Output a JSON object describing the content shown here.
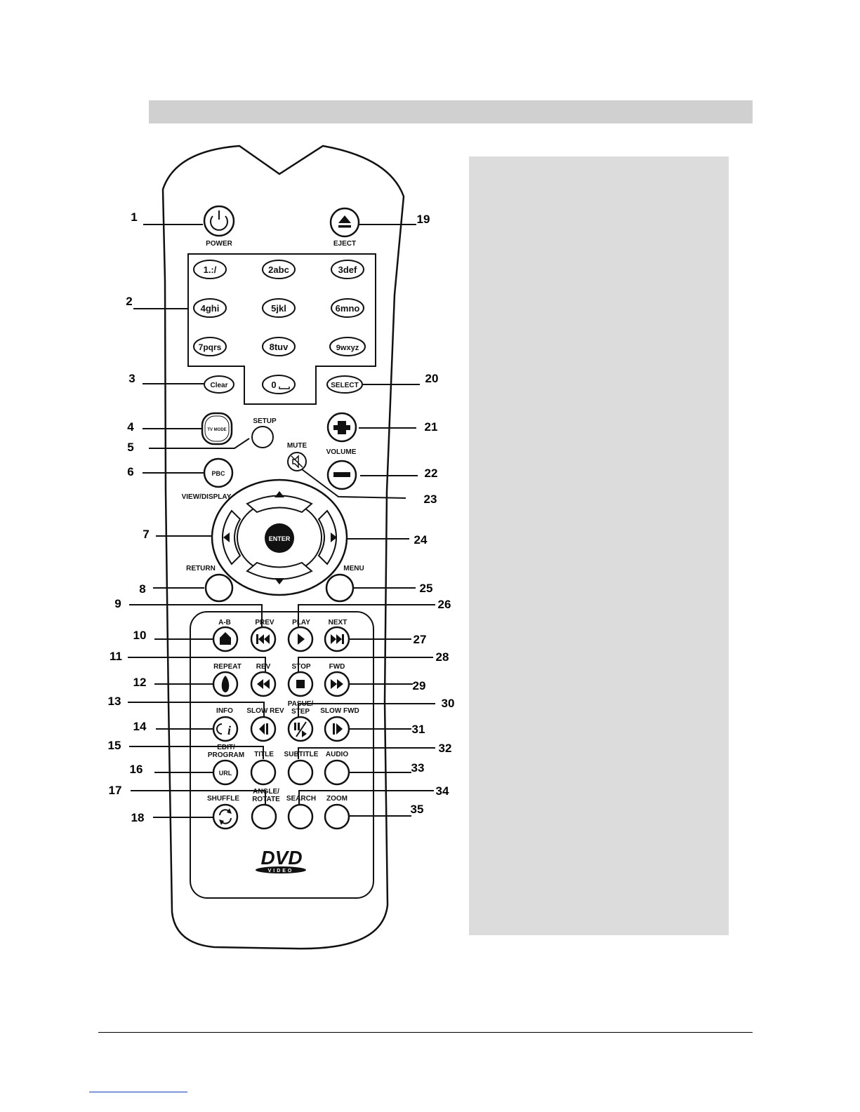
{
  "buttons": {
    "power": "POWER",
    "eject": "EJECT",
    "keys": [
      "1.:/",
      "2abc",
      "3def",
      "4ghi",
      "5jkl",
      "6mno",
      "7pqrs",
      "8tuv",
      "9wxyz",
      "0"
    ],
    "clear": "Clear",
    "select": "SELECT",
    "tv_mode": "TV MODE",
    "setup": "SETUP",
    "mute": "MUTE",
    "volume": "VOLUME",
    "pbc": "PBC",
    "view_display": "VIEW/DISPLAY",
    "enter": "ENTER",
    "return": "RETURN",
    "menu": "MENU",
    "ab": "A-B",
    "prev": "PREV",
    "play": "PLAY",
    "next": "NEXT",
    "repeat": "REPEAT",
    "rev": "REV",
    "stop": "STOP",
    "fwd": "FWD",
    "info": "INFO",
    "slow_rev": "SLOW REV",
    "pause_step": [
      "PASUE/",
      "STEP"
    ],
    "slow_fwd": "SLOW FWD",
    "edit_program": [
      "EDIT/",
      "PROGRAM"
    ],
    "title": "TITLE",
    "subtitle": "SUBTITLE",
    "audio": "AUDIO",
    "url": "URL",
    "shuffle": "SHUFFLE",
    "angle_rotate": [
      "ANGLE/",
      "ROTATE"
    ],
    "search": "SEARCH",
    "zoom": "ZOOM",
    "dvd_logo": "DVD",
    "dvd_logo_sub": "VIDEO"
  },
  "callouts": [
    "1",
    "2",
    "3",
    "4",
    "5",
    "6",
    "7",
    "8",
    "9",
    "10",
    "11",
    "12",
    "13",
    "14",
    "15",
    "16",
    "17",
    "18",
    "19",
    "20",
    "21",
    "22",
    "23",
    "24",
    "25",
    "26",
    "27",
    "28",
    "29",
    "30",
    "31",
    "32",
    "33",
    "34",
    "35"
  ]
}
